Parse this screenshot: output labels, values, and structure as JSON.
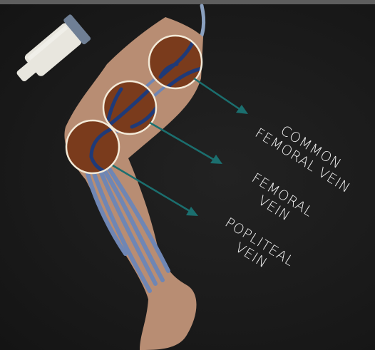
{
  "labels": {
    "common_femoral_line1": "COMMON",
    "common_femoral_line2": "FEMORAL VEIN",
    "femoral_line1": "FEMORAL",
    "femoral_line2": "VEIN",
    "popliteal_line1": "POPLITEAL",
    "popliteal_line2": "VEIN"
  },
  "colors": {
    "background": "#1b1b1b",
    "skin": "#b88d73",
    "vein_dark": "#1f3a78",
    "vein_light": "#6f86b4",
    "probe_region_fill": "#7a3b1c",
    "probe_region_border": "#f3ead8",
    "arrow": "#1b6f6f",
    "label_text": "#f4f4f4",
    "probe_body": "#e8e6de",
    "probe_head": "#6f7f95",
    "probe_cable": "#8aa0bf"
  },
  "icons": {
    "ultrasound_probe": "ultrasound-probe-icon"
  }
}
